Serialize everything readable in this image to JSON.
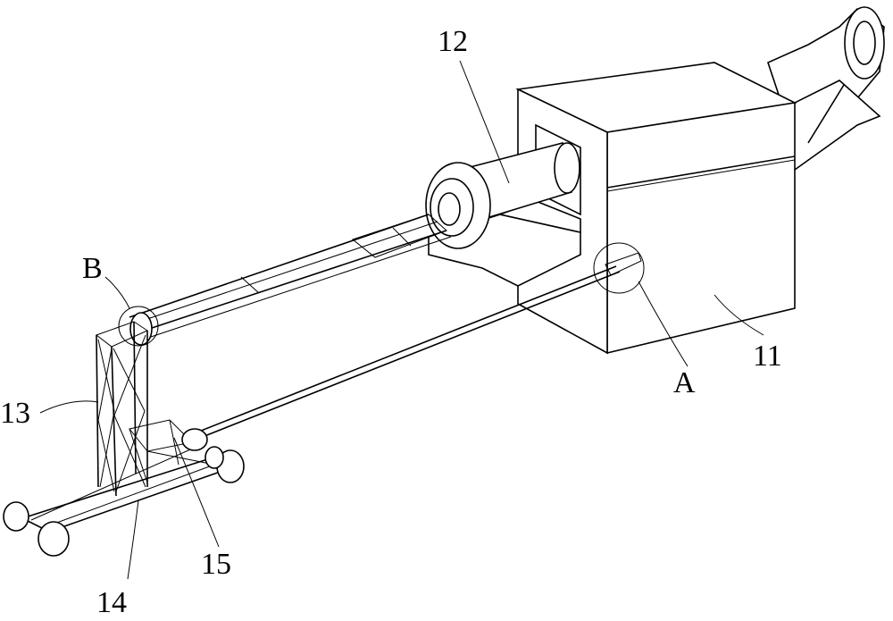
{
  "labels": {
    "main_box": "11",
    "cylinder": "12",
    "tower": "13",
    "base_frame": "14",
    "brace": "15",
    "detail_a": "A",
    "detail_b": "B"
  }
}
